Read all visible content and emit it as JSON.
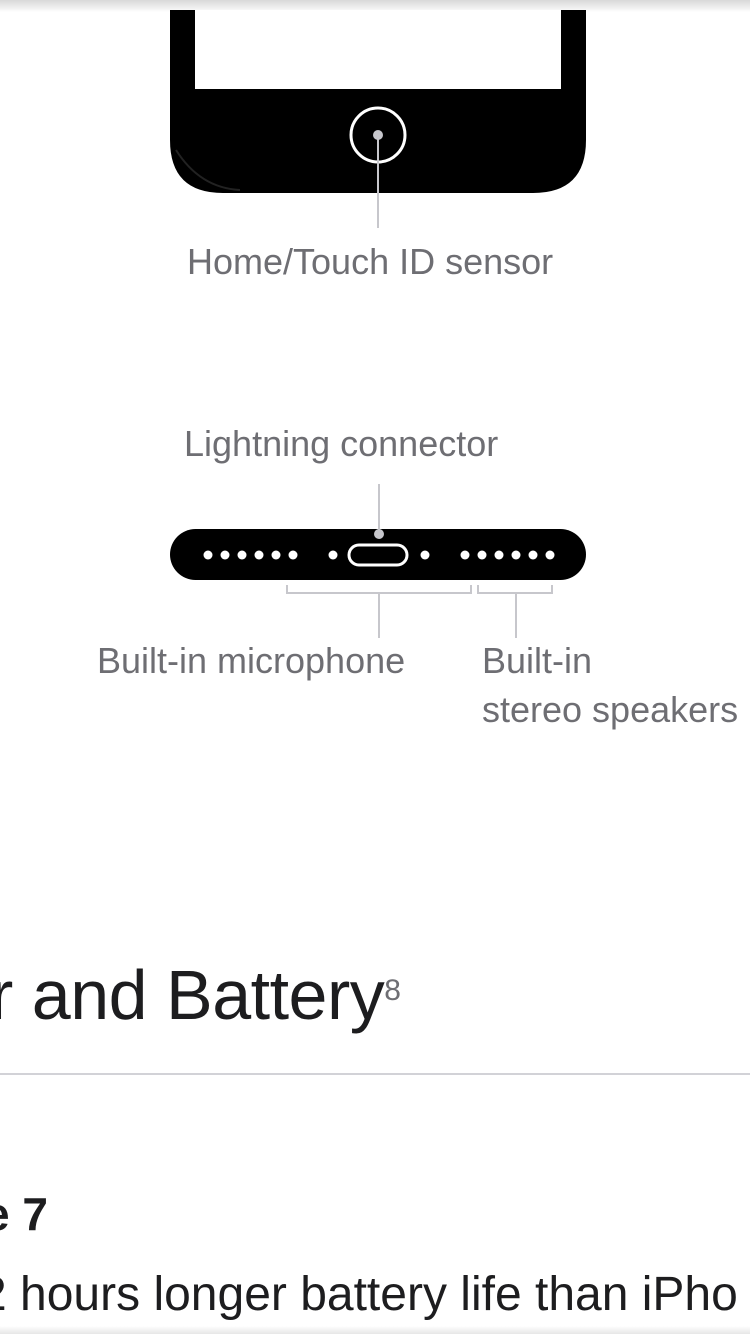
{
  "diagram": {
    "home_label": "Home/Touch ID sensor",
    "lightning_label": "Lightning connector",
    "mic_label": "Built-in microphone",
    "speakers_label_line1": "Built-in",
    "speakers_label_line2": "stereo speakers"
  },
  "section": {
    "title": "r and Battery",
    "footnote": "8"
  },
  "model": {
    "name": "e 7",
    "battery_text": "2 hours longer battery life than iPho"
  },
  "colors": {
    "device_black": "#000000",
    "label_gray": "#6e6e73",
    "leader_gray": "#c7c7cc",
    "heading": "#1d1d1f"
  }
}
